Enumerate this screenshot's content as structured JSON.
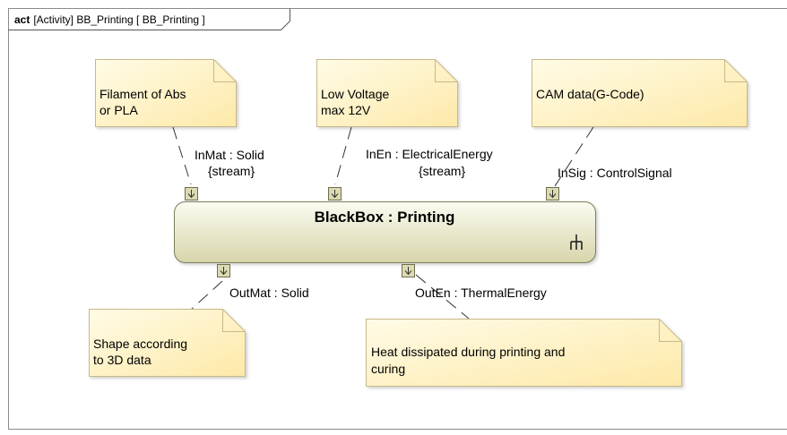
{
  "frame": {
    "keyword": "act",
    "label": "[Activity] BB_Printing [ BB_Printing ]"
  },
  "action": {
    "title": "BlackBox : Printing",
    "icon": "fork-rake-icon"
  },
  "pins": {
    "in_mat": {
      "name": "InMat : Solid",
      "stereo": "{stream}"
    },
    "in_en": {
      "name": "InEn : ElectricalEnergy",
      "stereo": "{stream}"
    },
    "in_sig": {
      "name": "InSig : ControlSignal"
    },
    "out_mat": {
      "name": "OutMat : Solid"
    },
    "out_en": {
      "name": "OutEn : ThermalEnergy"
    }
  },
  "notes": {
    "filament": [
      "Filament of Abs",
      "or PLA"
    ],
    "voltage": [
      "Low Voltage",
      "max 12V"
    ],
    "cam": [
      "CAM data(G-Code)"
    ],
    "shape": [
      "Shape according",
      "to 3D data"
    ],
    "heat": [
      "Heat dissipated during printing and",
      "curing"
    ]
  },
  "colors": {
    "note_fill_top": "#fffbe6",
    "note_fill_bottom": "#fde9a8",
    "note_border": "#c8b98a",
    "action_fill_top": "#fbfbf1",
    "action_fill_bottom": "#d9d7ad",
    "action_border": "#7e7c5a",
    "pin_fill": "#dcdab2",
    "line": "#333333",
    "frame_border": "#8a8a8a"
  }
}
